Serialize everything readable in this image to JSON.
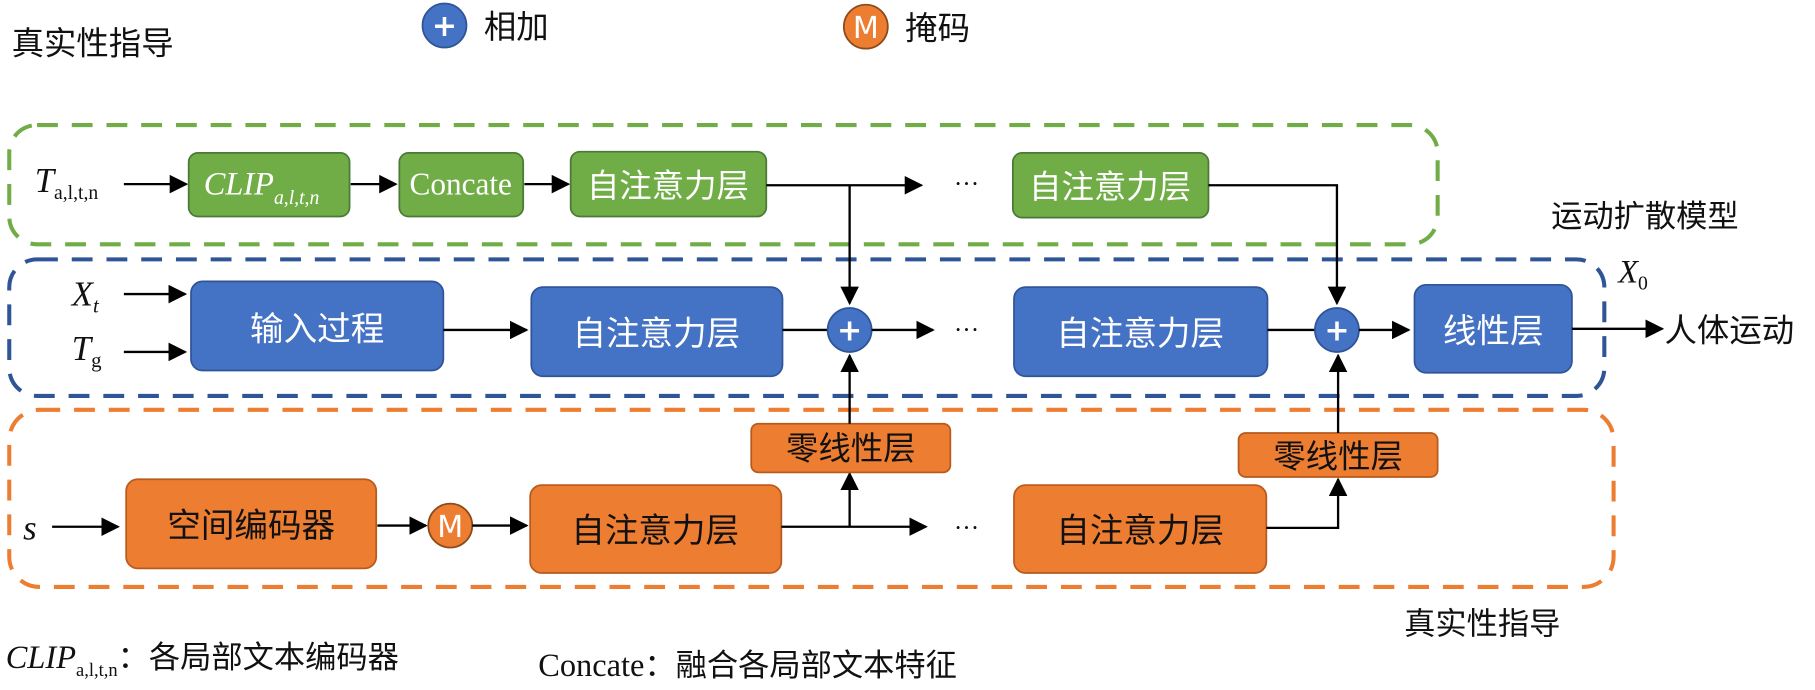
{
  "colors": {
    "green": "#70ad47",
    "green_border": "#4a7a35",
    "blue": "#4472c4",
    "blue_border": "#2f5597",
    "blue_dash": "#2f5597",
    "orange": "#ed7d31",
    "orange_border": "#b85a1c",
    "orange_dash": "#ed7d31",
    "green_dash": "#70ad47"
  },
  "legend": {
    "top_left_title": "真实性指导",
    "add": {
      "icon": "plus-circle-icon",
      "symbol": "+",
      "label": "相加"
    },
    "mask": {
      "icon": "m-circle-icon",
      "symbol": "M",
      "label": "掩码"
    }
  },
  "groups": {
    "text_branch": {
      "name": "text-guidance-group"
    },
    "diffusion": {
      "name": "motion-diffusion-model-group",
      "title": "运动扩散模型"
    },
    "spatial_branch": {
      "name": "realism-guidance-group",
      "title": "真实性指导"
    }
  },
  "text_row": {
    "input_main": "T",
    "input_sub": "a,l,t,n",
    "clip_main": "CLIP",
    "clip_sub": "a,l,t,n",
    "concate": "Concate",
    "attn1": "自注意力层",
    "ellipsis": "···",
    "attn2": "自注意力层"
  },
  "diffusion_row": {
    "input1_main": "X",
    "input1_sub": "t",
    "input2_main": "T",
    "input2_sub": "g",
    "input_process": "输入过程",
    "attn1": "自注意力层",
    "ellipsis": "···",
    "attn2": "自注意力层",
    "linear": "线性层",
    "output_main": "X",
    "output_sub": "0",
    "output_label": "人体运动"
  },
  "spatial_row": {
    "input": "s",
    "encoder": "空间编码器",
    "mask_symbol": "M",
    "attn1": "自注意力层",
    "zero1": "零线性层",
    "ellipsis": "···",
    "attn2": "自注意力层",
    "zero2": "零线性层"
  },
  "footnotes": {
    "clip_main": "CLIP",
    "clip_sub": "a,l,t,n",
    "clip_desc": "：各局部文本编码器",
    "concate_term": "Concate",
    "concate_desc": "：融合各局部文本特征"
  }
}
